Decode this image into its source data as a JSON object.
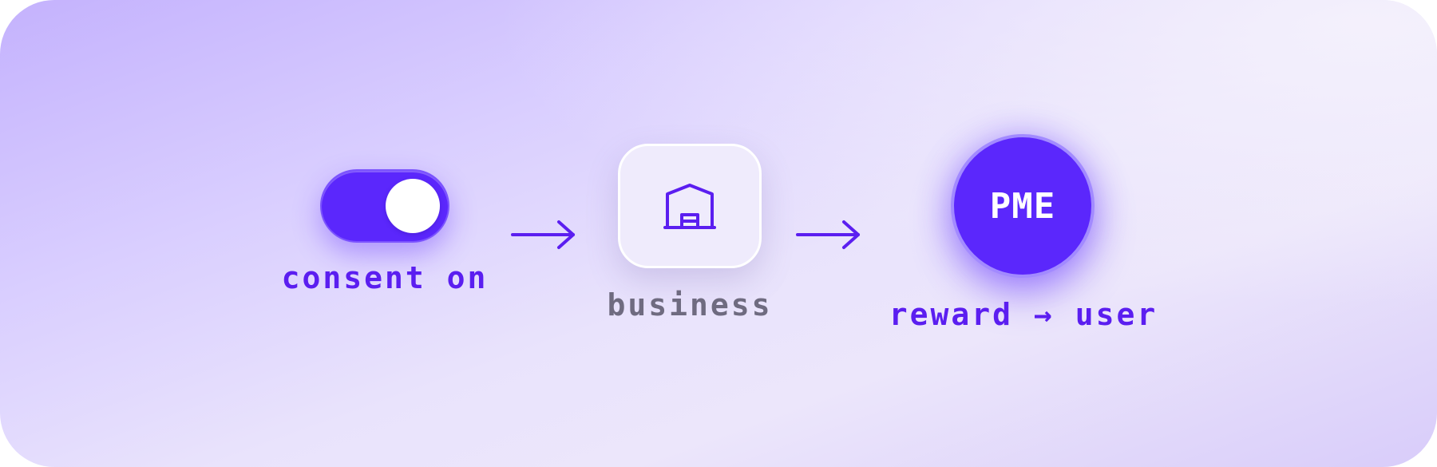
{
  "steps": {
    "consent": {
      "label": "consent on",
      "toggle_state": "on",
      "icon": "toggle-switch-icon"
    },
    "business": {
      "label": "business",
      "icon": "storefront-icon"
    },
    "reward": {
      "badge_text": "PME",
      "label": "reward → user"
    }
  },
  "arrows": [
    "arrow-right-icon",
    "arrow-right-icon"
  ],
  "colors": {
    "accent": "#5b27fc",
    "label_accent": "#5b1ef0",
    "label_muted": "#6f6b80",
    "box_fill": "#efebfc",
    "background_start": "#c4b2fd",
    "background_end": "#ece6fb"
  }
}
